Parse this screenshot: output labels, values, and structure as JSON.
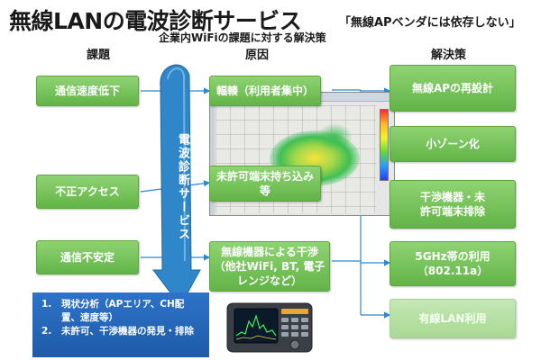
{
  "title": "無線LANの電波診断サービス",
  "tagline": "「無線APベンダには依存しない」",
  "subtitle": "企業内WiFiの課題に対する解決策",
  "columns": {
    "problems": "課題",
    "causes": "原因",
    "solutions": "解決策"
  },
  "problems": [
    "通信速度低下",
    "不正アクセス",
    "通信不安定"
  ],
  "causes": [
    "輻輳（利用者集中）",
    "未許可端末持ち込み等",
    "無線機器による干渉（他社WiFi, BT, 電子レンジなど）"
  ],
  "solutions": [
    "無線APの再設計",
    "小ゾーン化",
    "干渉機器・未許可端末排除",
    "5GHz帯の利用（802.11a）",
    "有線LAN利用"
  ],
  "service_label": "電波診断サービス",
  "service_items": [
    {
      "num": "1.",
      "text": "現状分析（APエリア、CH配置、速度等）"
    },
    {
      "num": "2.",
      "text": "未許可、干渉機器の発見・排除"
    }
  ],
  "colors": {
    "box_green": "#62b447",
    "box_faded": "#a9d894",
    "arrow_blue": "#2f86c9",
    "service_blue": "#1f5aa8",
    "connector_line": "#2f86c9"
  }
}
